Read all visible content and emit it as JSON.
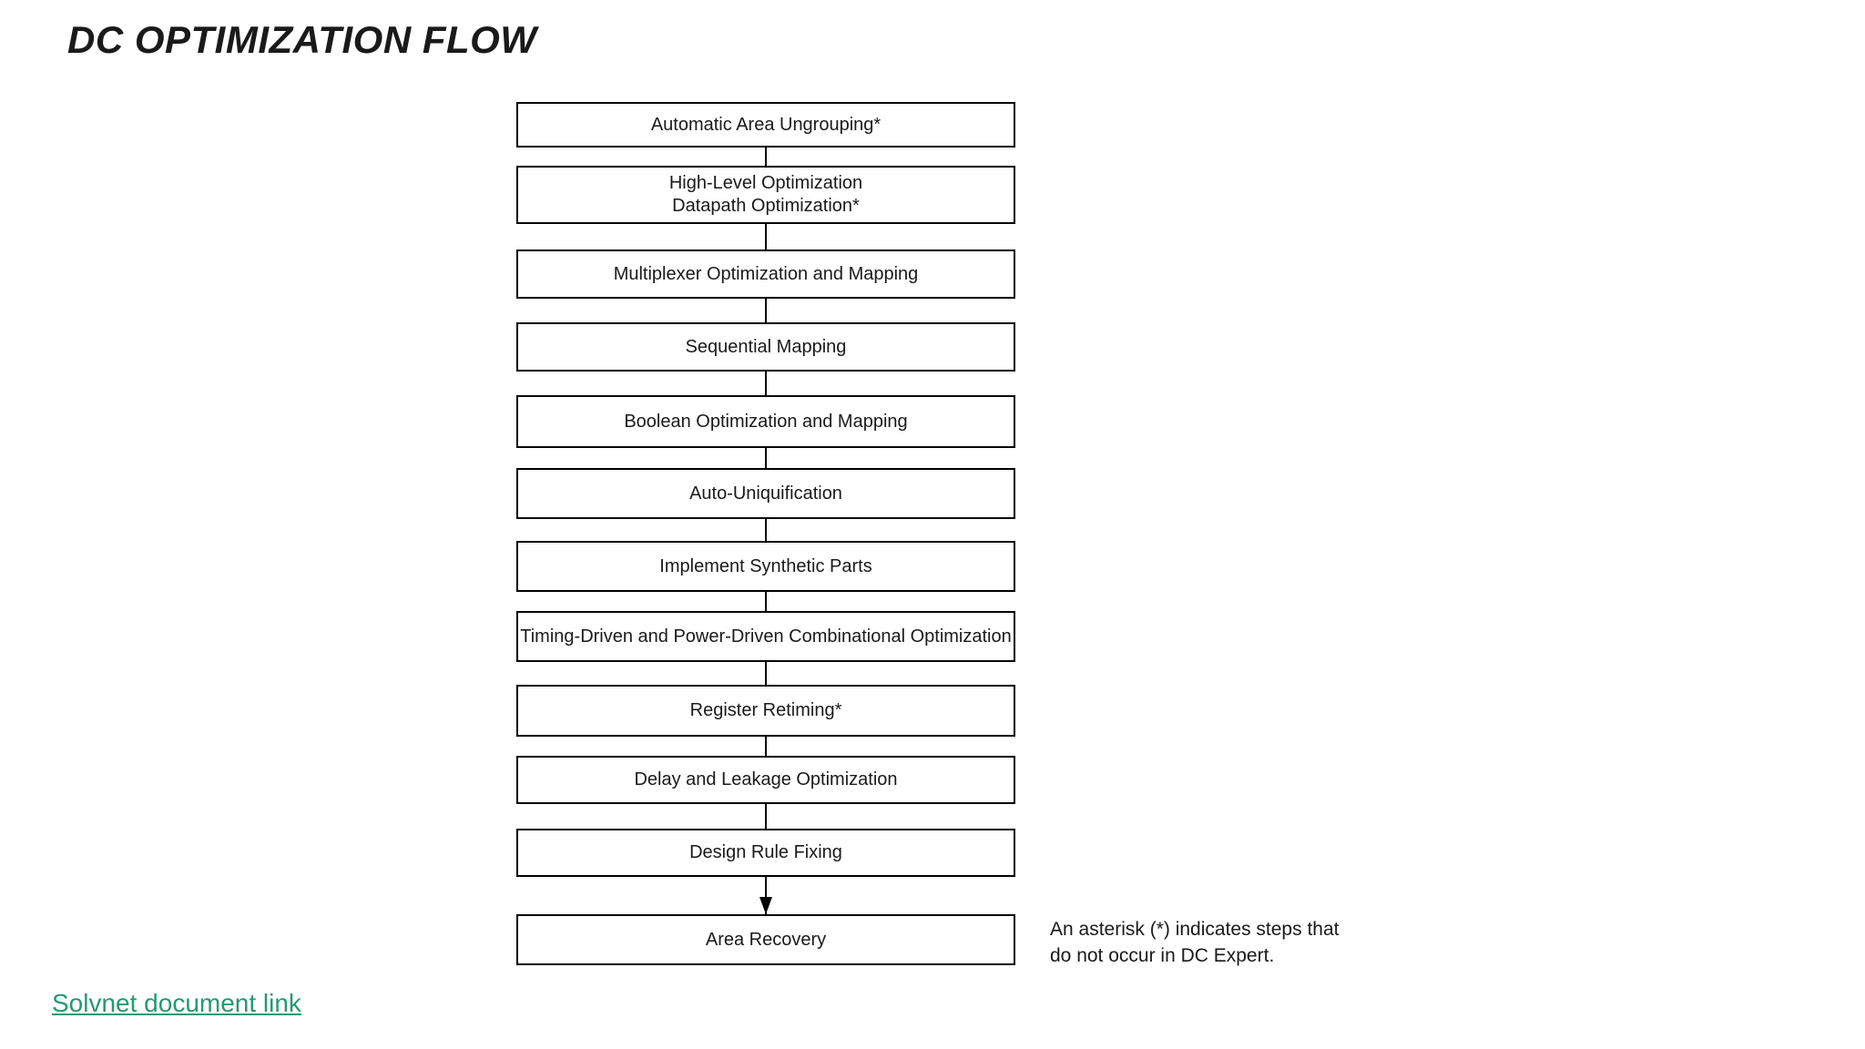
{
  "title": "DC OPTIMIZATION FLOW",
  "flow": {
    "steps": [
      {
        "lines": [
          "Automatic Area Ungrouping*"
        ]
      },
      {
        "lines": [
          "High-Level Optimization",
          "Datapath Optimization*"
        ]
      },
      {
        "lines": [
          "Multiplexer Optimization and Mapping"
        ]
      },
      {
        "lines": [
          "Sequential Mapping"
        ]
      },
      {
        "lines": [
          "Boolean Optimization and Mapping"
        ]
      },
      {
        "lines": [
          "Auto-Uniquification"
        ]
      },
      {
        "lines": [
          "Implement Synthetic Parts"
        ]
      },
      {
        "lines": [
          "Timing-Driven and Power-Driven Combinational Optimization"
        ]
      },
      {
        "lines": [
          "Register Retiming*"
        ]
      },
      {
        "lines": [
          "Delay and Leakage Optimization"
        ]
      },
      {
        "lines": [
          "Design Rule Fixing"
        ]
      },
      {
        "lines": [
          "Area Recovery"
        ]
      }
    ]
  },
  "note": {
    "line1": "An asterisk (*) indicates steps that",
    "line2": "do not occur in DC Expert."
  },
  "link": {
    "label": "Solvnet document link",
    "color": "#229a72"
  },
  "colors": {
    "background": "#ffffff",
    "box_border": "#000000",
    "text": "#1a1a1a"
  }
}
